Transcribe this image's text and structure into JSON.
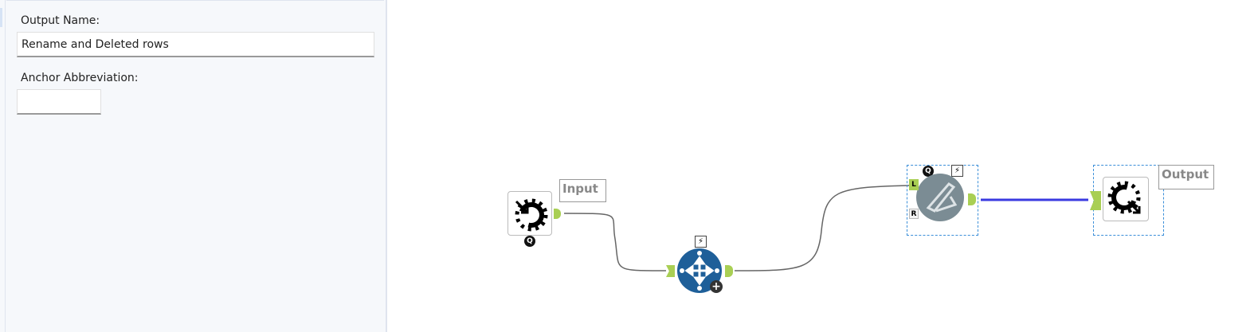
{
  "config_panel": {
    "output_name_label": "Output Name:",
    "output_name_value": "Rename and Deleted rows",
    "anchor_abbreviation_label": "Anchor Abbreviation:",
    "anchor_abbreviation_value": ""
  },
  "canvas": {
    "tools": [
      {
        "type": "macro-input",
        "annotation": "Input",
        "badge": "Q"
      },
      {
        "type": "select",
        "badge": "⚡",
        "extra": "+"
      },
      {
        "type": "join",
        "badge": "Q",
        "bolt": "⚡",
        "anchors": [
          "L",
          "R"
        ]
      },
      {
        "type": "macro-output",
        "annotation": "Output"
      }
    ]
  },
  "colors": {
    "anchor": "#a9cf54",
    "selection": "#3b8fd9",
    "connection_selected": "#3a3ae0",
    "select_tool": "#1e5f99"
  }
}
